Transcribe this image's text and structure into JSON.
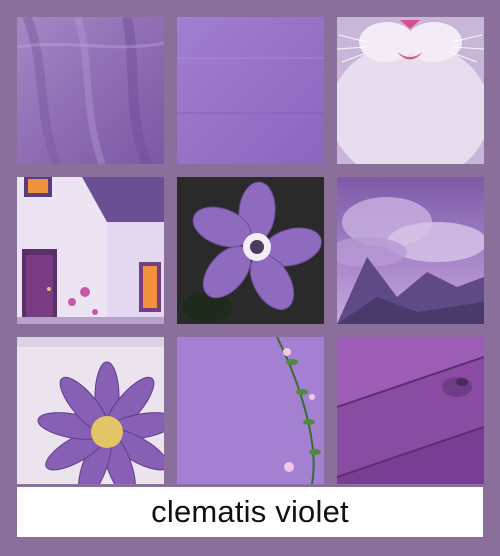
{
  "caption": "clematis violet",
  "colors": {
    "background": "#8a6f9b",
    "caption_bg": "#ffffff",
    "caption_text": "#111111",
    "accent": "#9b6fc6"
  },
  "tiles": [
    {
      "subject": "draped-violet-fabric"
    },
    {
      "subject": "plain-violet-fabric"
    },
    {
      "subject": "cat-face-closeup"
    },
    {
      "subject": "cottage-with-door-and-flowers"
    },
    {
      "subject": "clematis-flower-on-dark"
    },
    {
      "subject": "mountain-landscape-clouds"
    },
    {
      "subject": "flower-cup"
    },
    {
      "subject": "violet-paper-with-vine"
    },
    {
      "subject": "violet-wooden-planks"
    }
  ]
}
